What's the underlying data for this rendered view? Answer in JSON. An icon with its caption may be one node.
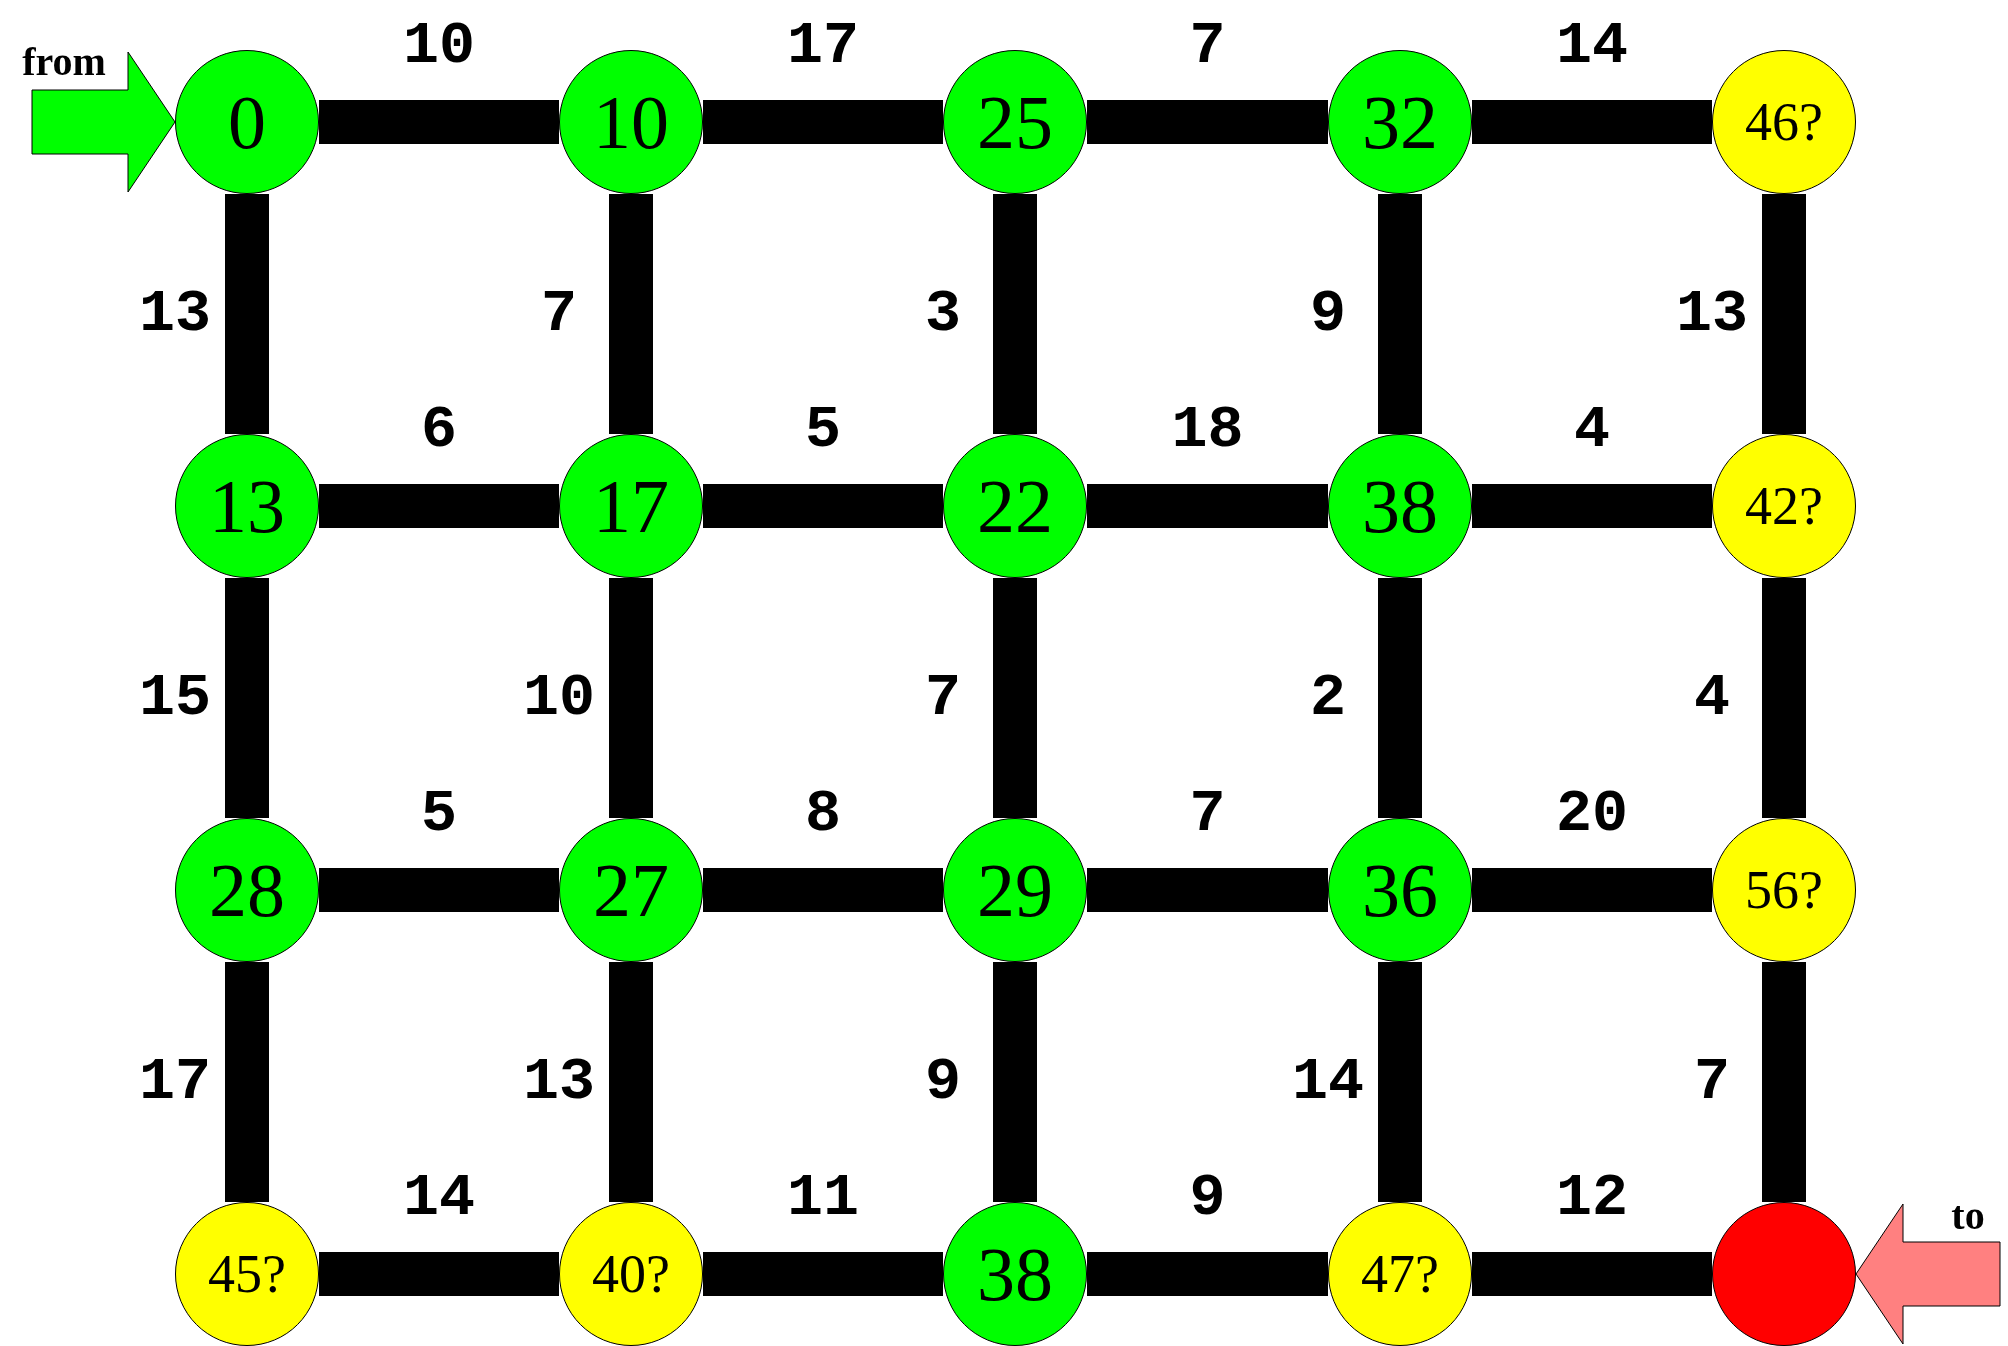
{
  "diagram": {
    "nodes": [
      {
        "text": [
          "0"
        ]
      },
      {
        "text": [
          "10"
        ]
      },
      {
        "text": [
          "25"
        ]
      },
      {
        "text": [
          "32"
        ]
      },
      {
        "text": [
          "46?"
        ]
      },
      {
        "text": [
          "13"
        ]
      },
      {
        "text": [
          "17"
        ]
      },
      {
        "text": [
          "22"
        ]
      },
      {
        "text": [
          "38"
        ]
      },
      {
        "text": [
          "42?"
        ]
      },
      {
        "text": [
          "28"
        ]
      },
      {
        "text": [
          "27"
        ]
      },
      {
        "text": [
          "29"
        ]
      },
      {
        "text": [
          "36"
        ]
      },
      {
        "text": [
          "56?"
        ]
      },
      {
        "text": [
          "45?"
        ]
      },
      {
        "text": [
          "40?"
        ]
      },
      {
        "text": [
          "38"
        ]
      },
      {
        "text": [
          "47?"
        ]
      },
      {
        "text": [],
        "shape": "circle"
      }
    ],
    "edges": [
      {
        "from": null,
        "to": 0,
        "arrow": "to",
        "label": "from",
        "color": "#00ff00"
      },
      {
        "from": 0,
        "to": 1,
        "arrow": "none",
        "label": "10"
      },
      {
        "from": 1,
        "to": 2,
        "arrow": "none",
        "label": "17"
      },
      {
        "from": 2,
        "to": 3,
        "arrow": "none",
        "label": "7"
      },
      {
        "from": 3,
        "to": 4,
        "arrow": "none",
        "label": "14"
      },
      {
        "from": 0,
        "to": 5,
        "arrow": "none",
        "label": "13"
      },
      {
        "from": 1,
        "to": 6,
        "arrow": "none",
        "label": "7"
      },
      {
        "from": 2,
        "to": 7,
        "arrow": "none",
        "label": "3"
      },
      {
        "from": 3,
        "to": 8,
        "arrow": "none",
        "label": "9"
      },
      {
        "from": 4,
        "to": 9,
        "arrow": "none",
        "label": "13"
      },
      {
        "from": 5,
        "to": 6,
        "arrow": "none",
        "label": "6"
      },
      {
        "from": 6,
        "to": 7,
        "arrow": "none",
        "label": "5"
      },
      {
        "from": 7,
        "to": 8,
        "arrow": "none",
        "label": "18"
      },
      {
        "from": 8,
        "to": 9,
        "arrow": "none",
        "label": "4"
      },
      {
        "from": 5,
        "to": 10,
        "arrow": "none",
        "label": "15"
      },
      {
        "from": 6,
        "to": 11,
        "arrow": "none",
        "label": "10"
      },
      {
        "from": 7,
        "to": 12,
        "arrow": "none",
        "label": "7"
      },
      {
        "from": 8,
        "to": 13,
        "arrow": "none",
        "label": "2"
      },
      {
        "from": 9,
        "to": 14,
        "arrow": "none",
        "label": "4"
      },
      {
        "from": 10,
        "to": 11,
        "arrow": "none",
        "label": "5"
      },
      {
        "from": 11,
        "to": 12,
        "arrow": "none",
        "label": "8"
      },
      {
        "from": 12,
        "to": 13,
        "arrow": "none",
        "label": "7"
      },
      {
        "from": 13,
        "to": 14,
        "arrow": "none",
        "label": "20"
      },
      {
        "from": 10,
        "to": 15,
        "arrow": "none",
        "label": "17"
      },
      {
        "from": 11,
        "to": 16,
        "arrow": "none",
        "label": "13"
      },
      {
        "from": 12,
        "to": 17,
        "arrow": "none",
        "label": "9"
      },
      {
        "from": 13,
        "to": 18,
        "arrow": "none",
        "label": "14"
      },
      {
        "from": 14,
        "to": 19,
        "arrow": "none",
        "label": "7"
      },
      {
        "from": 15,
        "to": 16,
        "arrow": "none",
        "label": "14"
      },
      {
        "from": 16,
        "to": 17,
        "arrow": "none",
        "label": "11"
      },
      {
        "from": 17,
        "to": 18,
        "arrow": "none",
        "label": "9"
      },
      {
        "from": 18,
        "to": 19,
        "arrow": "none",
        "label": "12"
      },
      {
        "from": null,
        "to": 19,
        "arrow": "to",
        "label": "to",
        "color": "#ff8080"
      }
    ]
  }
}
